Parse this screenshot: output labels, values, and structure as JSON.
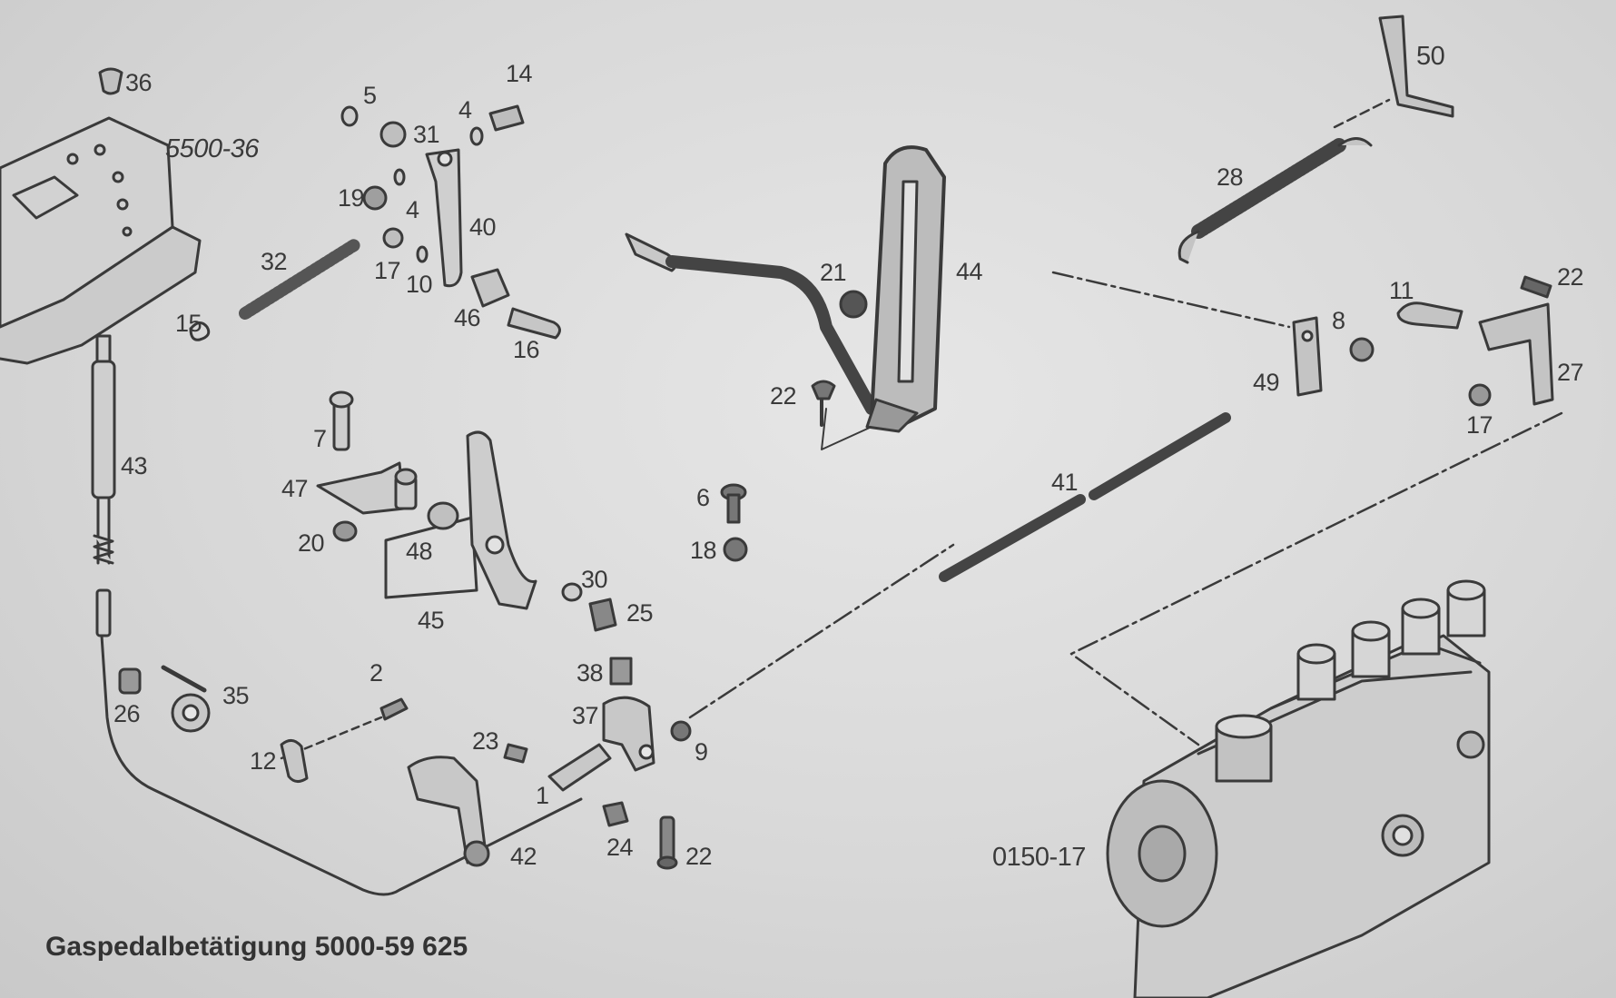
{
  "diagram": {
    "caption": "Gaspedalbetätigung 5000-59 625",
    "figure_code": "0150-17",
    "assembly_ref": "5500-36",
    "callouts": [
      "36",
      "5",
      "31",
      "14",
      "4",
      "19",
      "4",
      "40",
      "17",
      "10",
      "32",
      "15",
      "46",
      "16",
      "21",
      "44",
      "22",
      "50",
      "28",
      "11",
      "22",
      "8",
      "49",
      "27",
      "17",
      "7",
      "47",
      "20",
      "48",
      "45",
      "30",
      "25",
      "6",
      "18",
      "41",
      "43",
      "2",
      "26",
      "35",
      "12",
      "38",
      "37",
      "9",
      "23",
      "1",
      "24",
      "22",
      "42"
    ]
  },
  "colors": {
    "ink": "#3a3a3a",
    "paper": "#dcdcdc",
    "part_fill": "#c4c4c4"
  }
}
